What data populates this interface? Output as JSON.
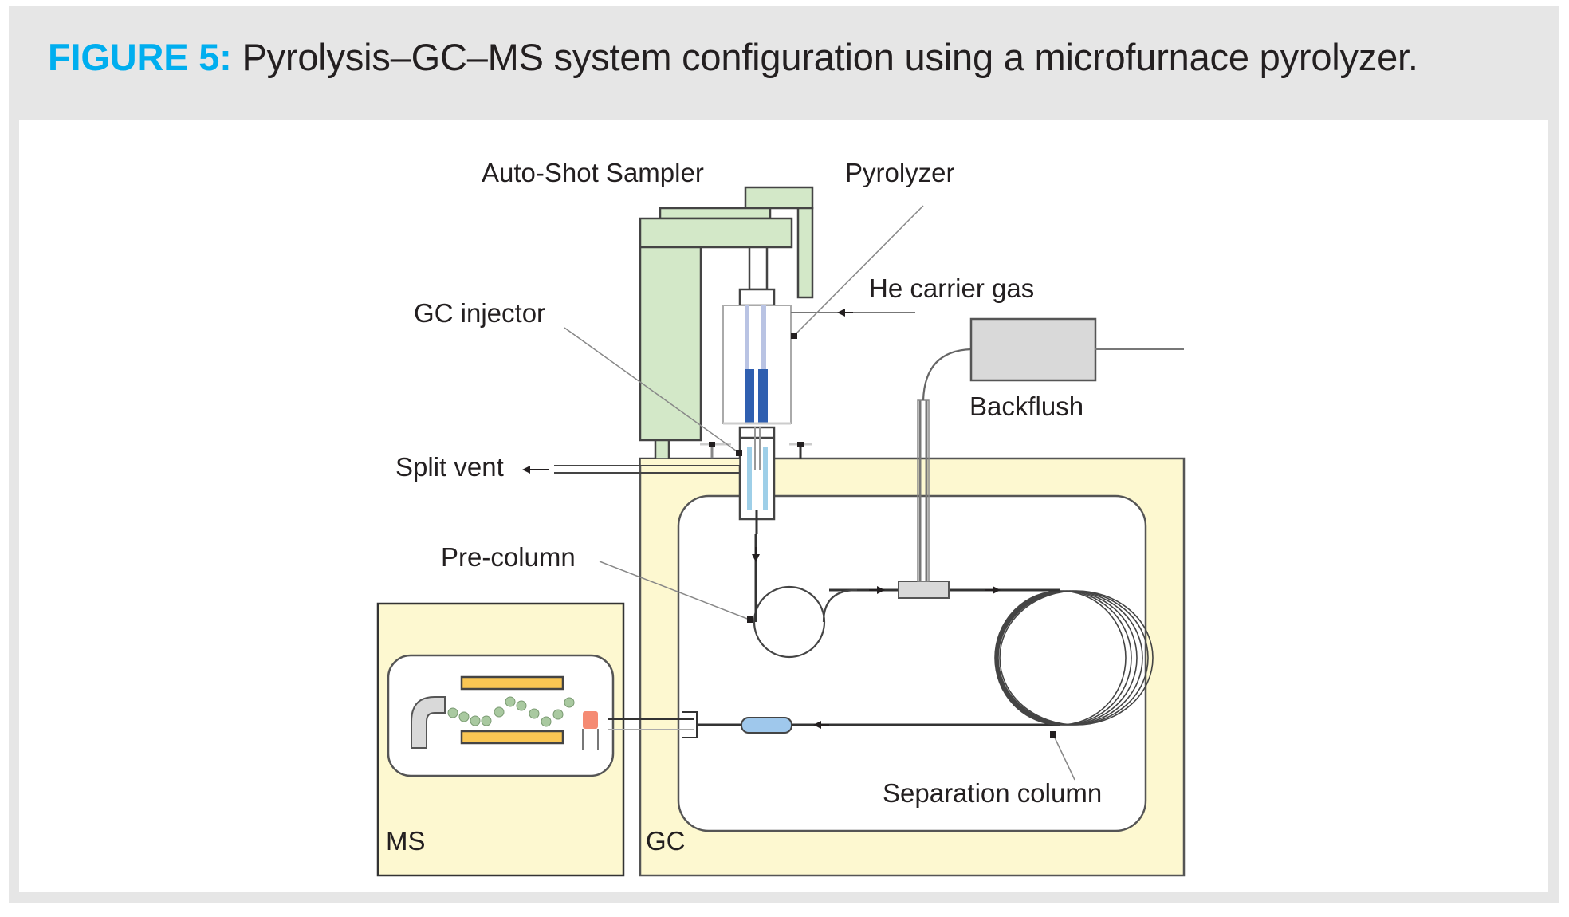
{
  "figure": {
    "number_label": "FIGURE 5:",
    "caption": "Pyrolysis–GC–MS system configuration using a microfurnace pyrolyzer."
  },
  "labels": {
    "auto_shot_sampler": "Auto-Shot Sampler",
    "pyrolyzer": "Pyrolyzer",
    "he_carrier_gas": "He carrier gas",
    "gc_injector": "GC injector",
    "backflush": "Backflush",
    "split_vent": "Split vent",
    "pre_column": "Pre-column",
    "separation_column": "Separation column",
    "ms": "MS",
    "gc": "GC"
  },
  "colors": {
    "accent": "#00aeef",
    "sampler_green": "#d3e8c8",
    "oven_yellow": "#fdf8d0",
    "heater_blue": "#2f5fb0",
    "liner_blue": "#9ecfe8",
    "quad_rod_orange": "#f9c653",
    "detector_red": "#f58b73",
    "ion_green": "#a9c9a0",
    "device_gray": "#d9d9d9",
    "filter_blue": "#9fc8ec"
  }
}
